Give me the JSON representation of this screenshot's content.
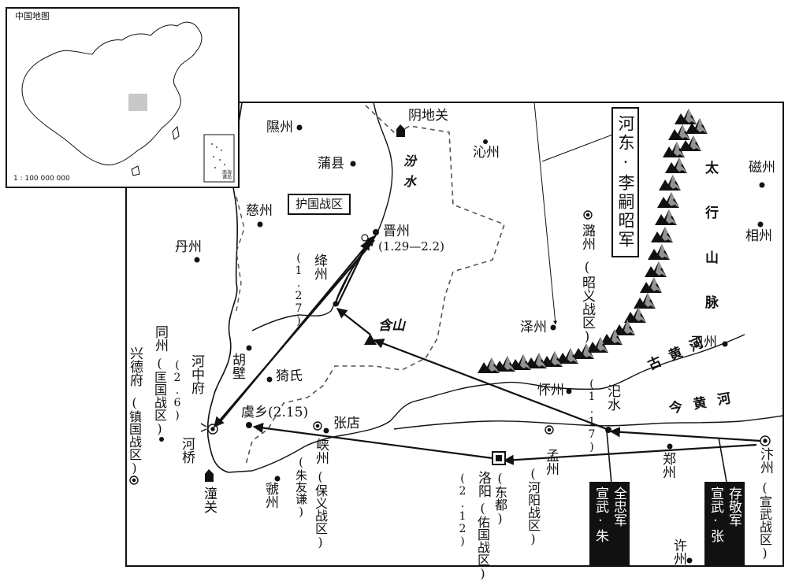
{
  "inset": {
    "title": "中国地图",
    "scale": "1 : 100 000 000",
    "south_sea": "南海诸岛"
  },
  "map": {
    "places": {
      "yindiguan": "阴地关",
      "xizhou": "隰州",
      "puxian": "蒲县",
      "qinzhou": "沁州",
      "cizhou_n": "慈州",
      "danzhou": "丹州",
      "jinzhou": "晋州",
      "jinzhou_date": "(1.29—2.2)",
      "jiangzhou": "绛州",
      "jiangzhou_date": "(1.27)",
      "hanshan": "含山",
      "luzhou": "潞州",
      "luzhou_zone": "(昭义战区)",
      "zezhou": "泽州",
      "huzhou": "怀州",
      "sishui": "汜水",
      "sishui_date": "(1.17)",
      "weizhou": "卫州",
      "cizhou_e": "磁州",
      "xiangzhou": "相州",
      "tongzhou": "同州",
      "tongzhou_zone": "(匡国战区)",
      "xingdefu": "兴德府",
      "xingdefu_zone": "(镇国战区)",
      "hezhongfu": "河中府",
      "hezhongfu_date": "(2.6)",
      "hubi": "胡壁",
      "yishi": "猗氏",
      "yuxiang": "虞乡(2.15)",
      "zhangdian": "张店",
      "heqiao": "河桥",
      "tongguan": "潼关",
      "guozhou": "虢州",
      "xiazhou": "峡州",
      "xiazhou_note": "(朱友谦)",
      "xiazhou_zone": "(保义战区)",
      "luoyang": "洛阳",
      "luoyang_note": "(东都)",
      "luoyang_zone": "(佑国战区)",
      "luoyang_date": "(2.12)",
      "mengzhou": "孟州",
      "mengzhou_zone": "(河阳战区)",
      "zhengzhou": "郑州",
      "bianzhou": "汴州",
      "bianzhou_zone": "(宣武战区)",
      "xuzhou": "许州"
    },
    "regions": {
      "huguo": "护国战区"
    },
    "rivers": {
      "fen": "汾水",
      "ancient_yellow": "古黄河",
      "modern_yellow": "今黄河"
    },
    "mountains": {
      "taihang": "太行山脉"
    },
    "armies": {
      "hedong": "河东·李嗣昭军",
      "xuanwu_zhu_a": "宣武·朱",
      "xuanwu_zhu_b": "全忠军",
      "xuanwu_zhang_a": "宣武·张",
      "xuanwu_zhang_b": "存敬军"
    }
  }
}
